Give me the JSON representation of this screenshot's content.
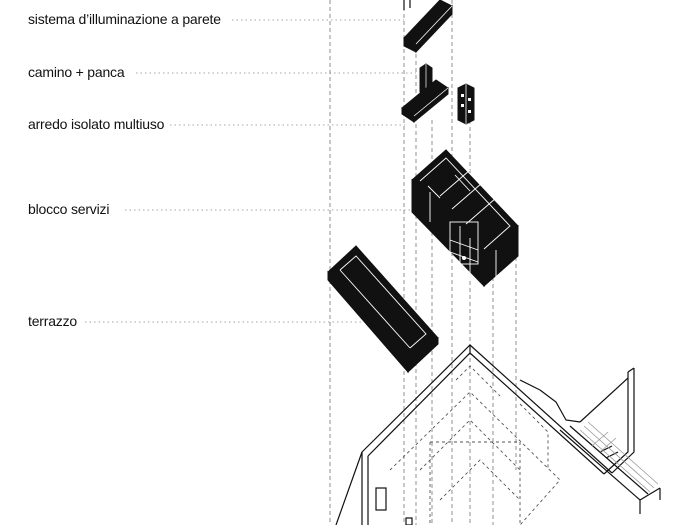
{
  "diagram": {
    "labels": [
      {
        "id": "lighting",
        "text": "sistema d’illuminazione a parete"
      },
      {
        "id": "fireplace",
        "text": "camino + panca"
      },
      {
        "id": "furniture",
        "text": "arredo isolato multiuso"
      },
      {
        "id": "services",
        "text": "blocco servizi"
      },
      {
        "id": "terrace",
        "text": "terrazzo"
      }
    ],
    "colors": {
      "ink": "#111111",
      "paper": "#ffffff",
      "leader": "#888888"
    }
  }
}
